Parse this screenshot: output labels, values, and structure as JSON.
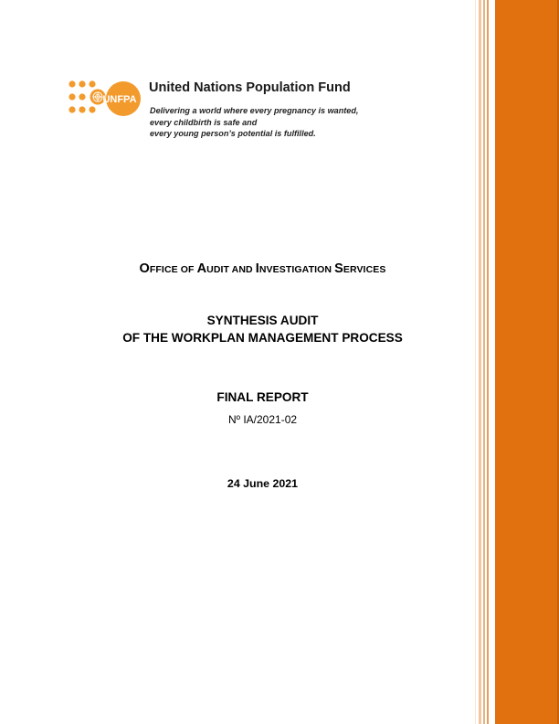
{
  "organization": {
    "name": "United Nations Population Fund",
    "logo_text": "UNFPA",
    "tagline": [
      "Delivering a world where every pregnancy is wanted,",
      "every childbirth is safe and",
      "every young person’s potential is fulfilled."
    ]
  },
  "office": {
    "parts": [
      {
        "big": "O",
        "small": "FFICE OF "
      },
      {
        "big": "A",
        "small": "UDIT AND "
      },
      {
        "big": "I",
        "small": "NVESTIGATION "
      },
      {
        "big": "S",
        "small": "ERVICES"
      }
    ]
  },
  "title": {
    "line1": "SYNTHESIS AUDIT",
    "line2": "OF THE WORKPLAN MANAGEMENT PROCESS"
  },
  "report": {
    "type": "FINAL REPORT",
    "number": "Nº IA/2021-02",
    "date": "24 June 2021"
  },
  "colors": {
    "accent": "#e1700f",
    "logo_orange": "#f39a2d"
  }
}
